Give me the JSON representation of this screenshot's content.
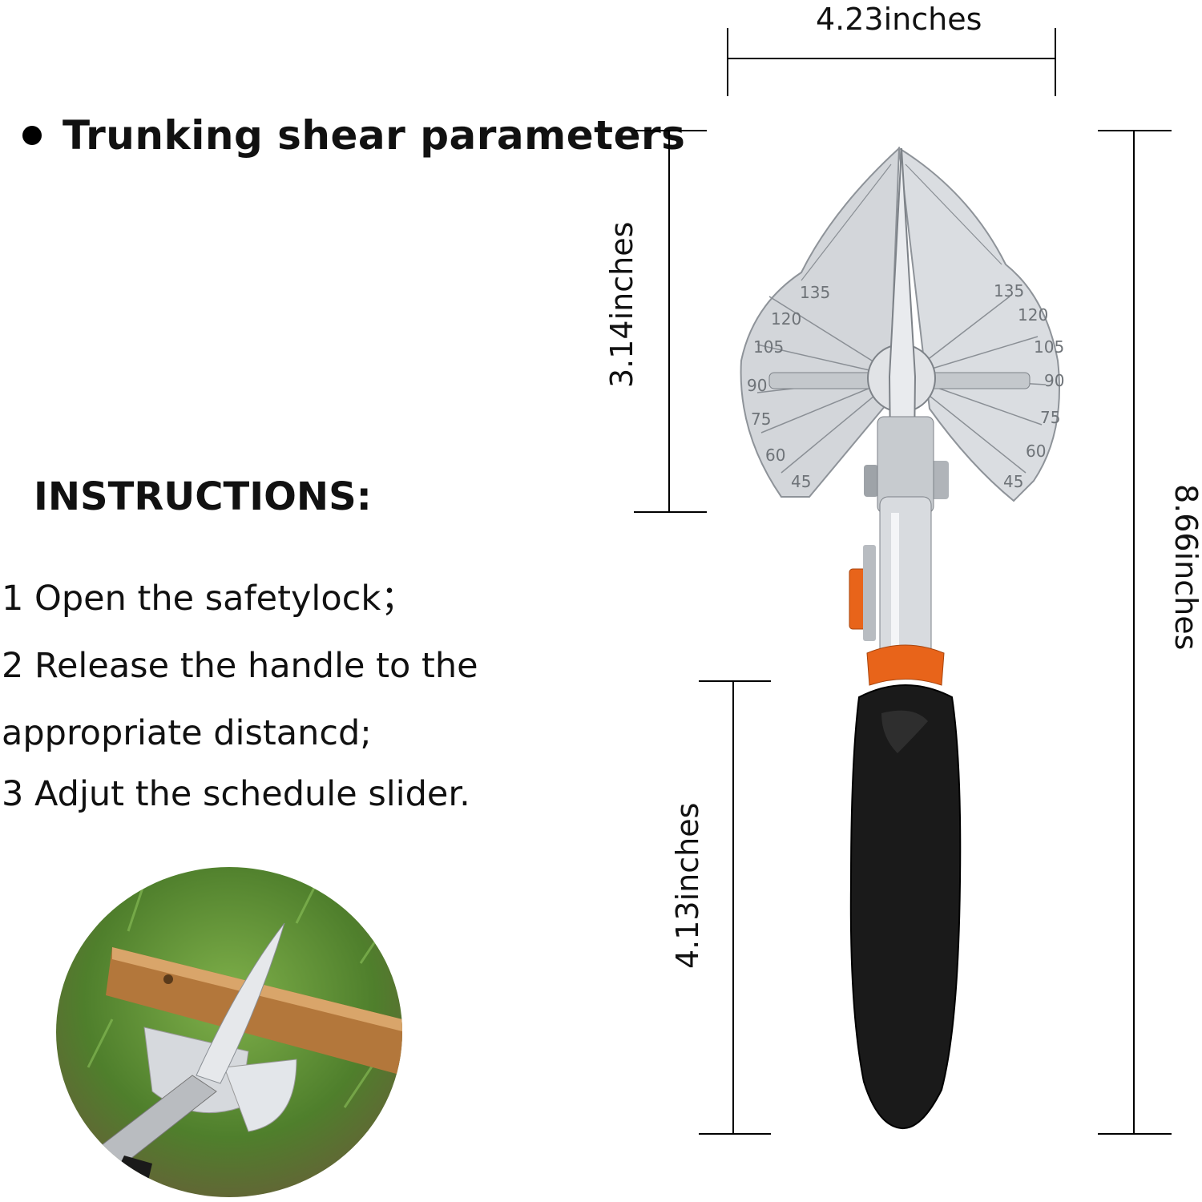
{
  "heading": "Trunking shear parameters",
  "instructions": {
    "title": "INSTRUCTIONS:",
    "steps": [
      "1 Open the safetylock；",
      "2 Release the handle to the",
      "appropriate distancd;",
      "3  Adjut the schedule slider."
    ]
  },
  "dimensions": {
    "width": "4.23inches",
    "head_height": "3.14inches",
    "total_length": "8.66inches",
    "handle_length": "4.13inches"
  },
  "scale_labels": [
    "45",
    "60",
    "75",
    "90",
    "105",
    "120",
    "135"
  ],
  "colors": {
    "accent_orange": "#e8641a",
    "handle_black": "#1a1a1a",
    "steel": "#c9cdd2"
  }
}
